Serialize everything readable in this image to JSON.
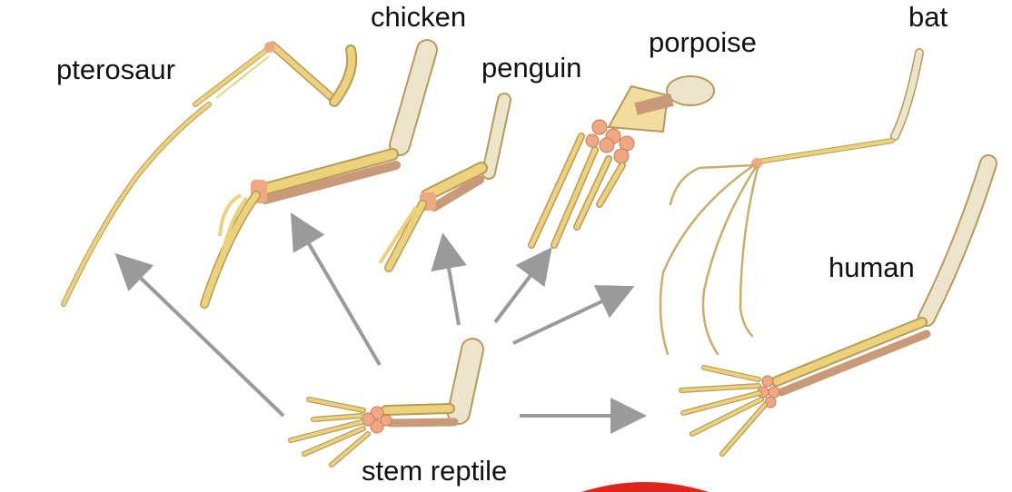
{
  "labels": {
    "pterosaur": "pterosaur",
    "chicken": "chicken",
    "penguin": "penguin",
    "porpoise": "porpoise",
    "bat": "bat",
    "human": "human",
    "stem_reptile": "stem reptile"
  },
  "colors": {
    "bone_light": "#f2dca0",
    "bone_yellow": "#ecd27a",
    "bone_tan": "#c99a78",
    "bone_pale": "#ede4cc",
    "bone_outline": "#b89a5a",
    "carpal": "#f0a882",
    "arrow": "#9a9a9a",
    "red_accent": "#e0241c"
  }
}
